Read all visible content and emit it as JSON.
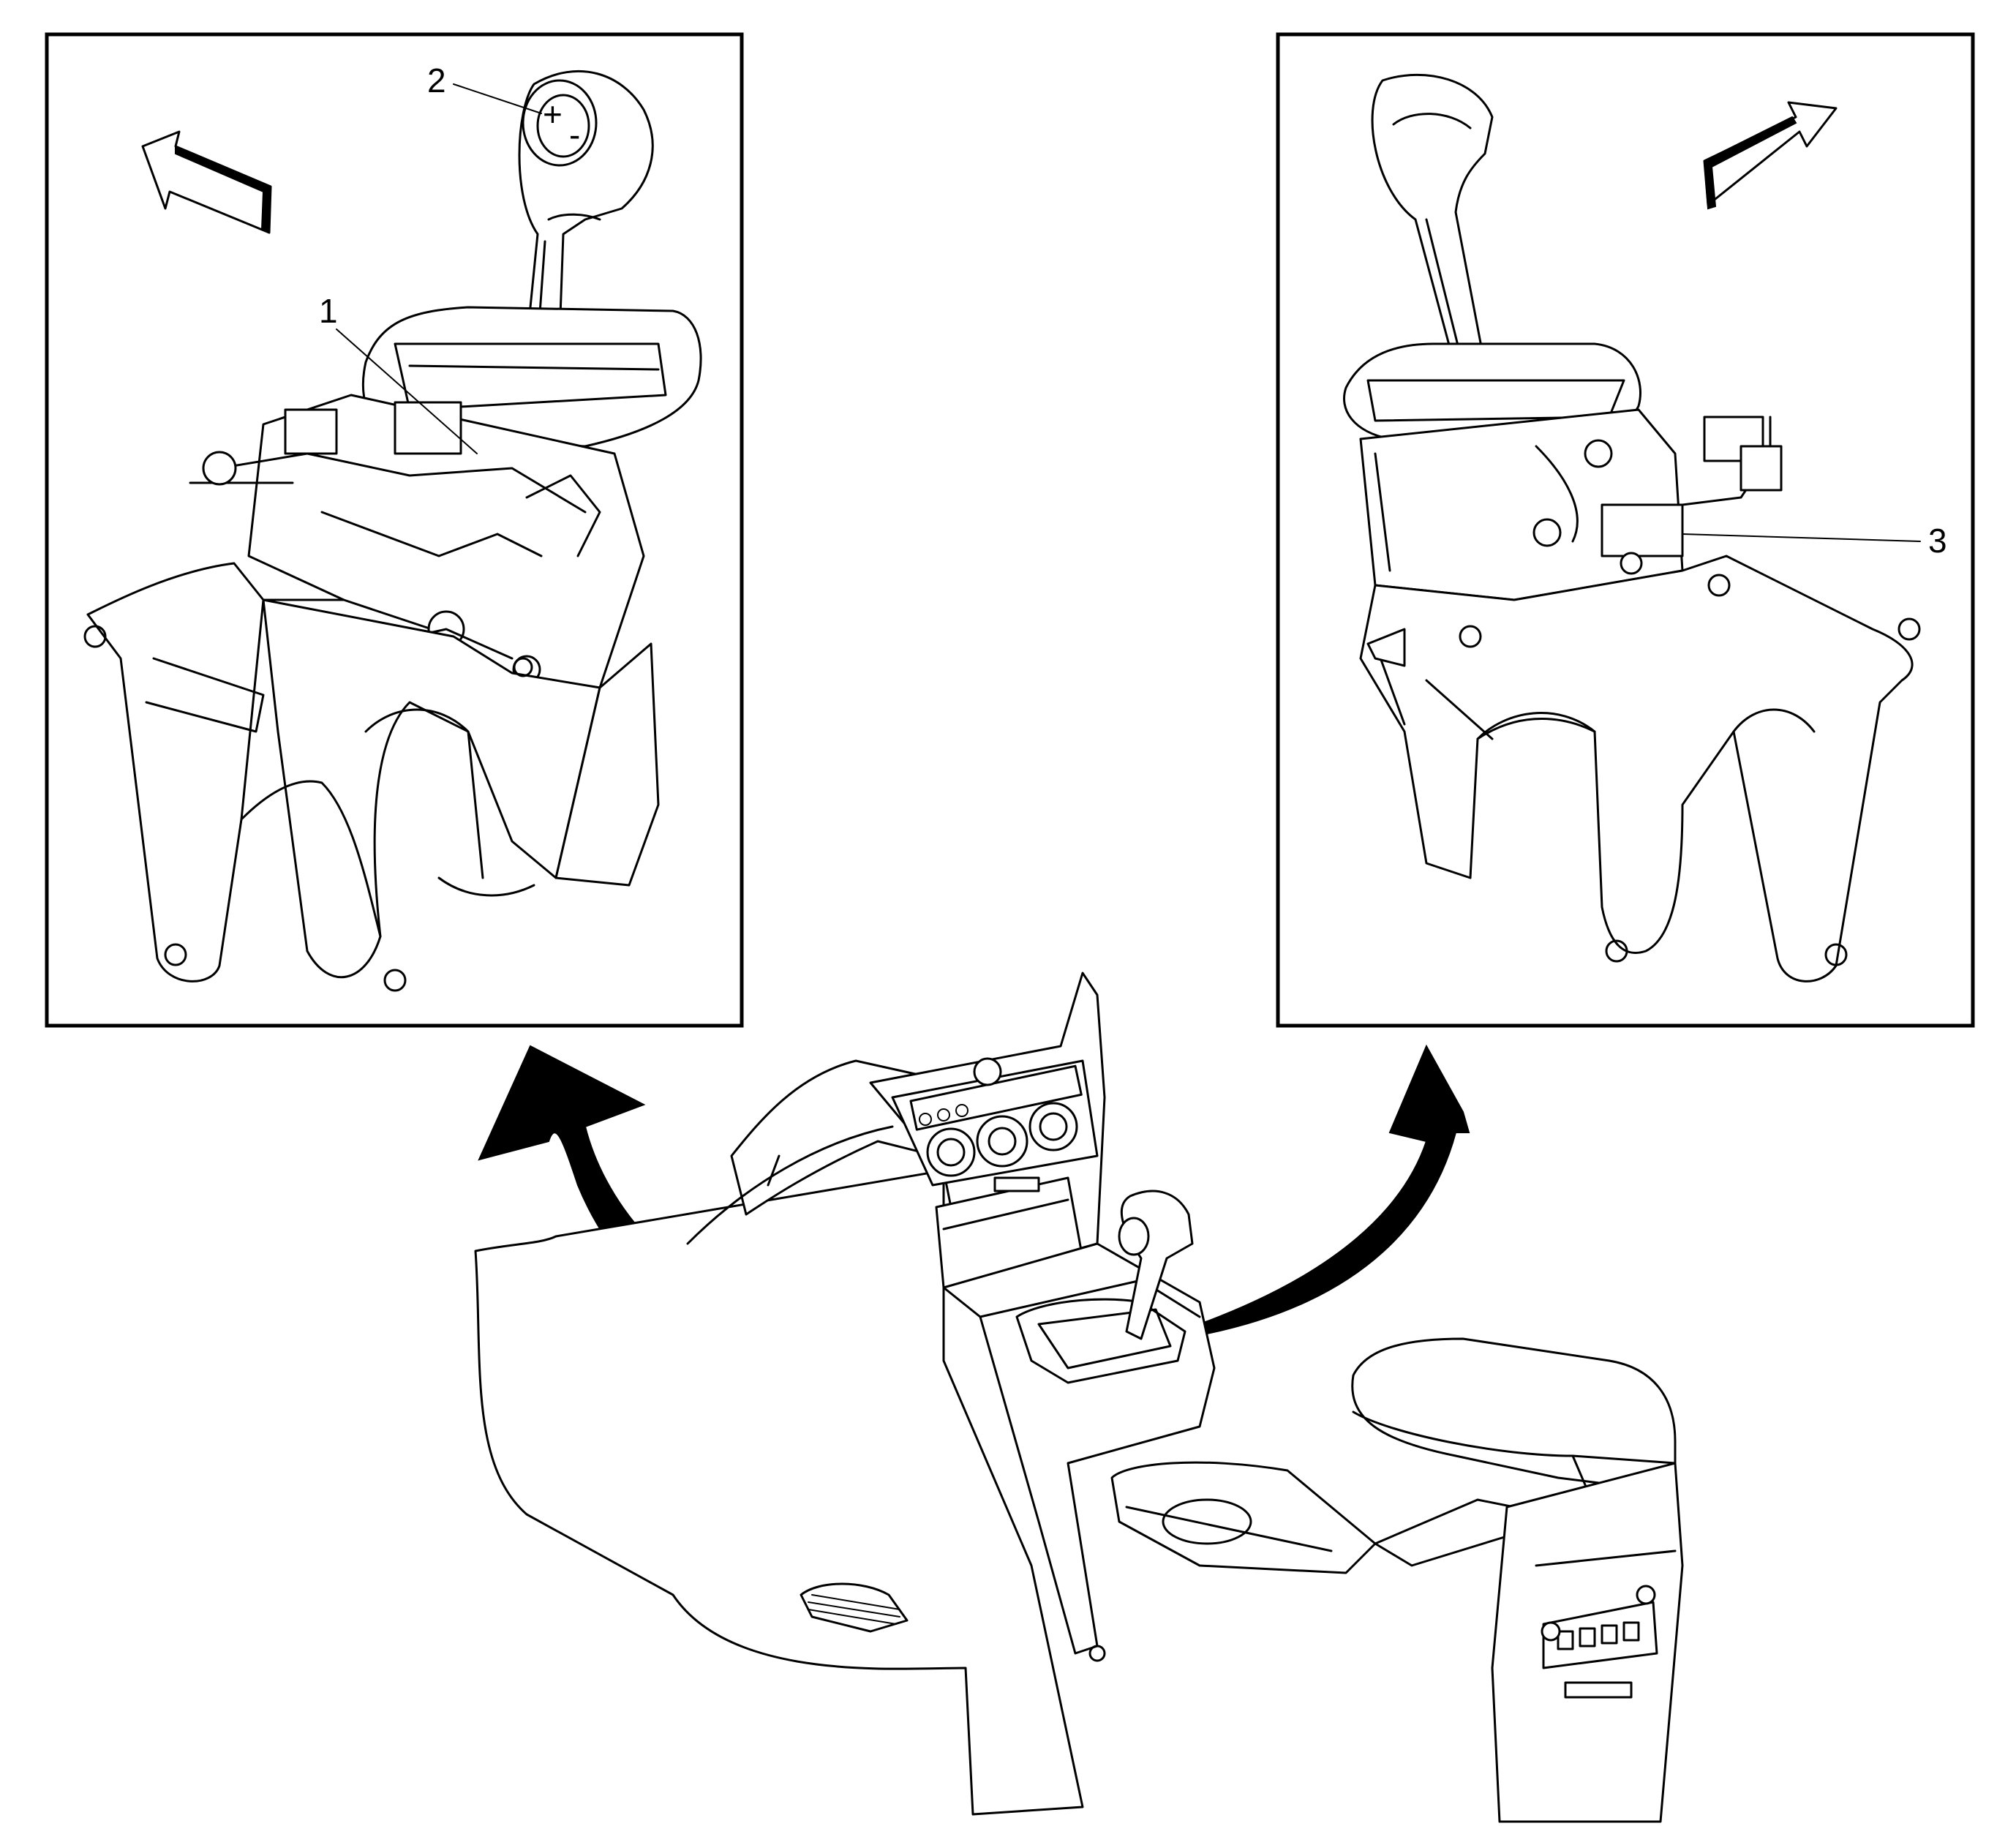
{
  "callouts": [
    {
      "id": "1",
      "label": "1"
    },
    {
      "id": "2",
      "label": "2"
    },
    {
      "id": "3",
      "label": "3"
    }
  ],
  "knob_symbols": {
    "plus": "+",
    "minus": "-"
  },
  "colors": {
    "line": "#000000",
    "background": "#ffffff"
  }
}
